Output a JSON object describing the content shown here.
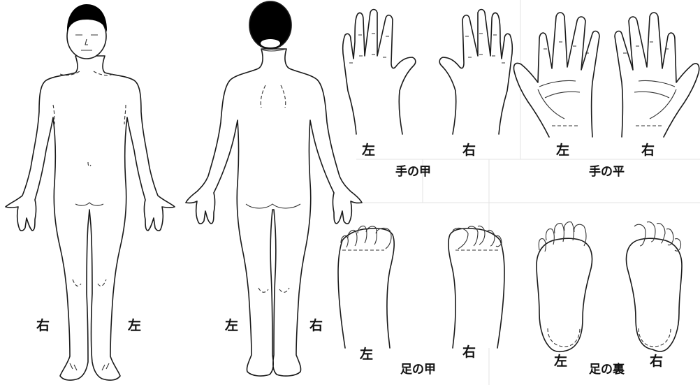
{
  "figures": {
    "front": {
      "right_label": "右",
      "left_label": "左"
    },
    "back": {
      "left_label": "左",
      "right_label": "右"
    },
    "hand_back": {
      "left_label": "左",
      "right_label": "右",
      "caption": "手の甲"
    },
    "hand_palm": {
      "left_label": "左",
      "right_label": "右",
      "caption": "手の平"
    },
    "foot_top": {
      "left_label": "左",
      "right_label": "右",
      "caption": "足の甲"
    },
    "foot_sole": {
      "left_label": "左",
      "right_label": "右",
      "caption": "足の裏"
    }
  },
  "colors": {
    "line": "#1a1a1a",
    "hair": "#000000",
    "grid": "#e3e3e3"
  }
}
